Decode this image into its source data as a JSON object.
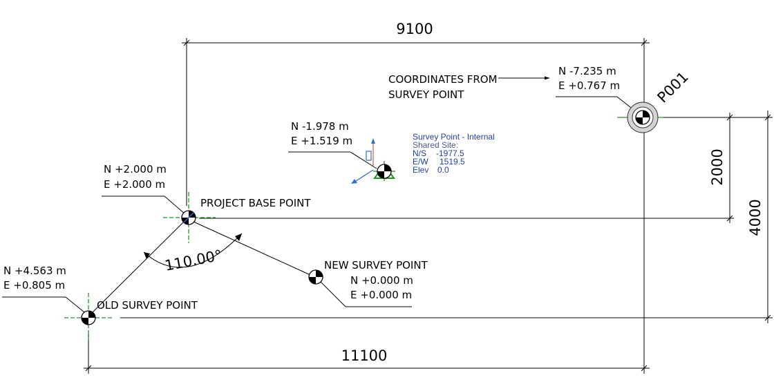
{
  "dimensions": {
    "top": "9100",
    "bottom": "11100",
    "right_inner": "2000",
    "right_outer": "4000",
    "angle": "110.00°"
  },
  "coordinates_callout": {
    "line1": "COORDINATES FROM",
    "line2": "SURVEY POINT"
  },
  "p001": {
    "name": "P001",
    "n": "N -7.235 m",
    "e": "E +0.767 m"
  },
  "internal_point": {
    "n": "N -1.978 m",
    "e": "E +1.519 m",
    "tooltip": {
      "title": "Survey Point - Internal",
      "shared_site": "Shared Site:",
      "ns_label": "N/S",
      "ns_value": "-1977.5",
      "ew_label": "E/W",
      "ew_value": "1519.5",
      "elev_label": "Elev",
      "elev_value": "0.0"
    }
  },
  "project_base_point": {
    "name": "PROJECT BASE POINT",
    "n": "N +2.000 m",
    "e": "E +2.000 m"
  },
  "new_survey_point": {
    "name": "NEW SURVEY POINT",
    "n": "N +0.000 m",
    "e": "E +0.000 m"
  },
  "old_survey_point": {
    "name": "OLD SURVEY POINT",
    "n": "N +4.563 m",
    "e": "E +0.805 m"
  },
  "colors": {
    "line": "#000000",
    "marker_green": "#1a9a1a",
    "tooltip_blue": "#1f3fae",
    "axis_red": "#d03030",
    "axis_blue": "#2f6fd0"
  }
}
